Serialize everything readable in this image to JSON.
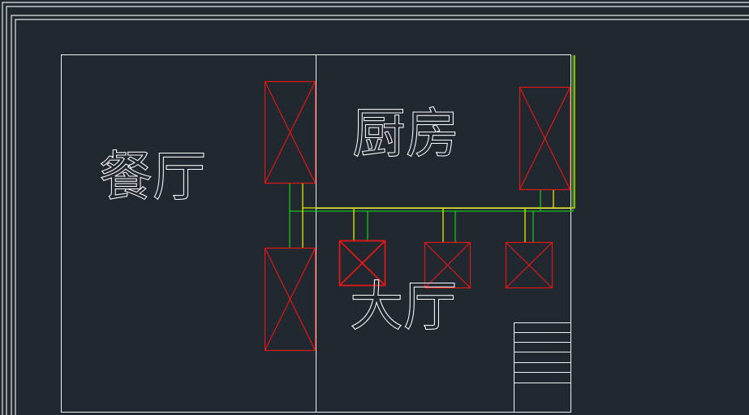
{
  "drawing": {
    "rooms": [
      {
        "id": "dining",
        "label": "餐厅"
      },
      {
        "id": "kitchen",
        "label": "厨房"
      },
      {
        "id": "hall",
        "label": "大厅"
      }
    ],
    "colors": {
      "background": "#212830",
      "wall": "#ffffff",
      "equipment": "#e01818",
      "pipe_supply": "#19c019",
      "pipe_return": "#e8e800"
    },
    "equipment_icon": "x-box-unit",
    "stair_icon": "stair-treads"
  }
}
